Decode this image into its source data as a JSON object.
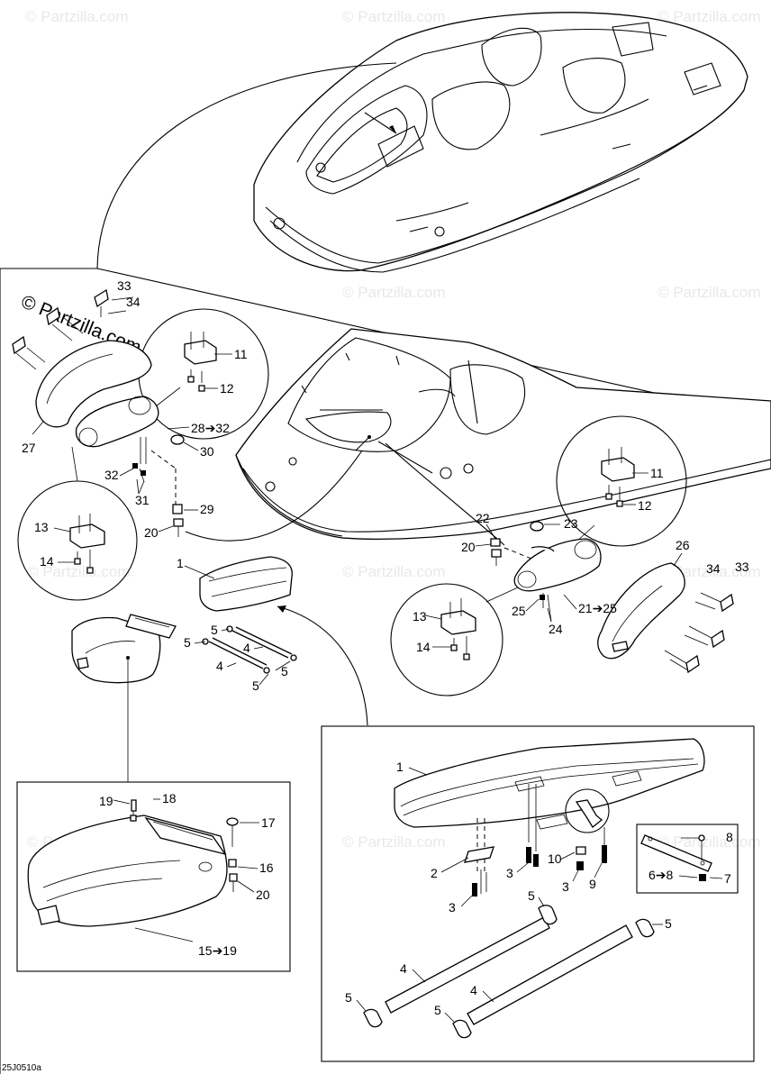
{
  "watermark": "© Partzilla.com",
  "copyright": "© Partzilla.com",
  "drawing_code": "25J0510a",
  "callouts": {
    "c1a": "1",
    "c1b": "1",
    "c2": "2",
    "c3a": "3",
    "c3b": "3",
    "c3c": "3",
    "c4a": "4",
    "c4b": "4",
    "c4c": "4",
    "c4d": "4",
    "c5a": "5",
    "c5b": "5",
    "c5c": "5",
    "c5d": "5",
    "c5e": "5",
    "c5f": "5",
    "c5g": "5",
    "c6": "6➔8",
    "c7": "7",
    "c8": "8",
    "c9": "9",
    "c10": "10",
    "c11a": "11",
    "c11b": "11",
    "c12a": "12",
    "c12b": "12",
    "c13a": "13",
    "c13b": "13",
    "c14a": "14",
    "c14b": "14",
    "c15": "15➔19",
    "c16": "16",
    "c17": "17",
    "c18": "18",
    "c19": "19",
    "c20a": "20",
    "c20b": "20",
    "c20c": "20",
    "c21": "21➔25",
    "c22": "22",
    "c23": "23",
    "c24": "24",
    "c25": "25",
    "c26": "26",
    "c27": "27",
    "c28": "28➔32",
    "c29": "29",
    "c30": "30",
    "c31": "31",
    "c32": "32",
    "c33a": "33",
    "c33b": "33",
    "c34a": "34",
    "c34b": "34"
  }
}
